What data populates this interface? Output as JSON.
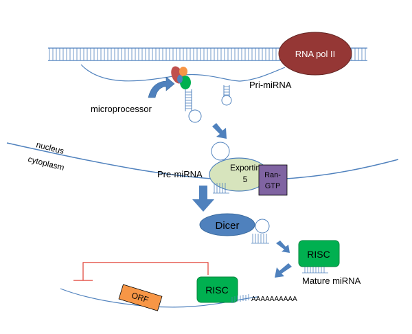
{
  "labels": {
    "rna_pol": "RNA pol II",
    "pri_mirna": "Pri-miRNA",
    "microprocessor": "microprocessor",
    "nucleus": "nucleus",
    "cytoplasm": "cytoplasm",
    "pre_mirna": "Pre-miRNA",
    "exportin_line1": "Exportin",
    "exportin_line2": "5",
    "ran_line1": "Ran-",
    "ran_line2": "GTP",
    "dicer": "Dicer",
    "risc_free": "RISC",
    "mature_mirna": "Mature miRNA",
    "risc_bound": "RISC",
    "orf": "ORF",
    "poly_a": "AAAAAAAAAA"
  },
  "colors": {
    "line_blue": "#4f81bd",
    "arrow_blue": "#4f81bd",
    "rna_pol_fill": "#953735",
    "dicer_fill": "#4f81bd",
    "exportin_fill": "#d7e4bd",
    "ran_fill": "#8064a2",
    "risc_fill": "#00b050",
    "orf_fill": "#f79646",
    "repression_red": "#e03c31",
    "micro_red": "#c0504d",
    "micro_orange": "#f79646",
    "micro_green": "#00b050",
    "micro_blue": "#4f81bd"
  }
}
